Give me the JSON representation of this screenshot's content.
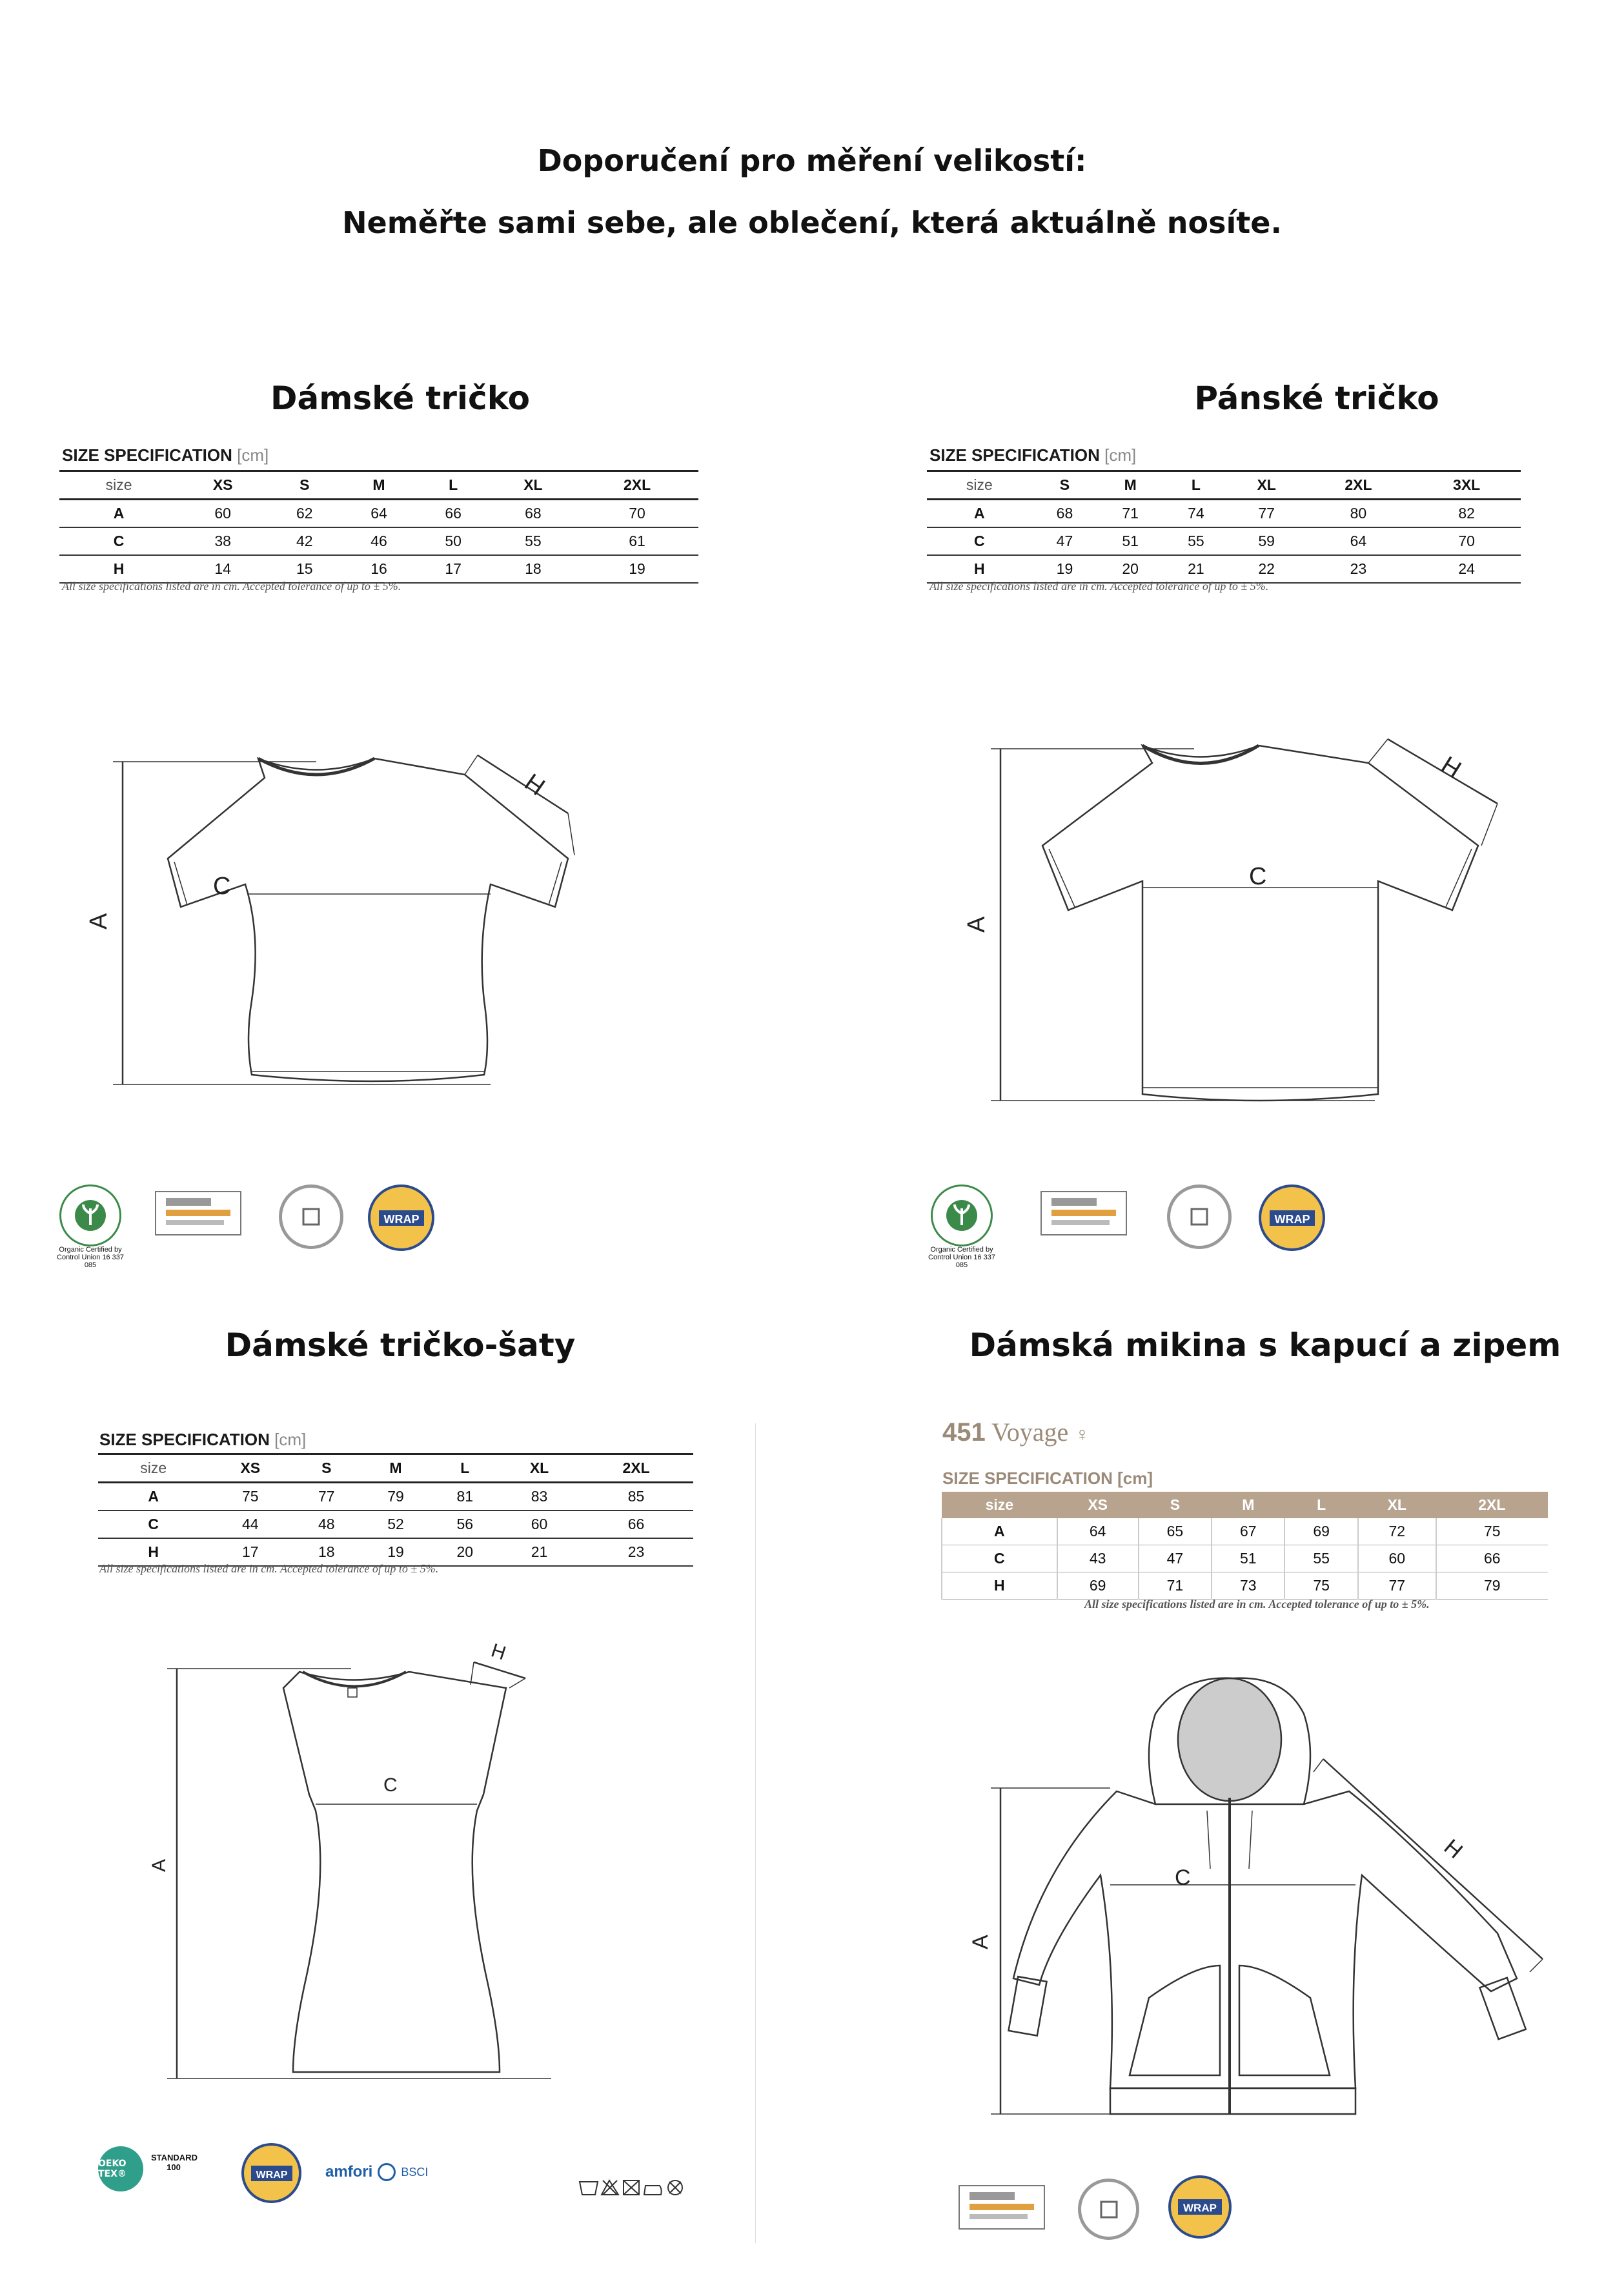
{
  "header": {
    "line1": "Doporučení pro měření velikostí:",
    "line2": "Neměřte sami sebe, ale oblečení, která aktuálně nosíte."
  },
  "common": {
    "spec_title": "SIZE SPECIFICATION",
    "spec_unit": "[cm]",
    "note": "All size specifications listed are in cm. Accepted tolerance of up to ± 5%.",
    "labels": {
      "a": "A",
      "c": "C",
      "h": "H"
    }
  },
  "panels": [
    {
      "title": "Dámské tričko",
      "headers": [
        "size",
        "XS",
        "S",
        "M",
        "L",
        "XL",
        "2XL"
      ],
      "rows": [
        [
          "A",
          "60",
          "62",
          "64",
          "66",
          "68",
          "70"
        ],
        [
          "C",
          "38",
          "42",
          "46",
          "50",
          "55",
          "61"
        ],
        [
          "H",
          "14",
          "15",
          "16",
          "17",
          "18",
          "19"
        ]
      ],
      "logos": [
        "gots-icon",
        "oeko-tex-icon",
        "bsci-icon",
        "wrap-icon"
      ],
      "logo_caption": "Organic Certified by Control Union 16 337 085"
    },
    {
      "title": "Pánské tričko",
      "headers": [
        "size",
        "S",
        "M",
        "L",
        "XL",
        "2XL",
        "3XL"
      ],
      "rows": [
        [
          "A",
          "68",
          "71",
          "74",
          "77",
          "80",
          "82"
        ],
        [
          "C",
          "47",
          "51",
          "55",
          "59",
          "64",
          "70"
        ],
        [
          "H",
          "19",
          "20",
          "21",
          "22",
          "23",
          "24"
        ]
      ],
      "logos": [
        "gots-icon",
        "oeko-tex-icon",
        "bsci-icon",
        "wrap-icon"
      ],
      "logo_caption": "Organic Certified by Control Union 16 337 085"
    },
    {
      "title": "Dámské tričko-šaty",
      "headers": [
        "size",
        "XS",
        "S",
        "M",
        "L",
        "XL",
        "2XL"
      ],
      "rows": [
        [
          "A",
          "75",
          "77",
          "79",
          "81",
          "83",
          "85"
        ],
        [
          "C",
          "44",
          "48",
          "52",
          "56",
          "60",
          "66"
        ],
        [
          "H",
          "17",
          "18",
          "19",
          "20",
          "21",
          "23"
        ]
      ],
      "logos": [
        "oeko-tex-icon",
        "wrap-icon",
        "amfori-bsci-icon",
        "care-symbols-icon"
      ],
      "oeko_label": "OEKO TEX®",
      "standard_label": "STANDARD 100",
      "amfori_label": "amfori",
      "bsci_label": "BSCI"
    },
    {
      "title": "Dámská mikina s kapucí a zipem",
      "brand_num": "451",
      "brand_name": "Voyage",
      "headers": [
        "size",
        "XS",
        "S",
        "M",
        "L",
        "XL",
        "2XL"
      ],
      "rows": [
        [
          "A",
          "64",
          "65",
          "67",
          "69",
          "72",
          "75"
        ],
        [
          "C",
          "43",
          "47",
          "51",
          "55",
          "60",
          "66"
        ],
        [
          "H",
          "69",
          "71",
          "73",
          "75",
          "77",
          "79"
        ]
      ],
      "logos": [
        "oeko-tex-icon",
        "bsci-icon",
        "wrap-icon"
      ],
      "accent": "#b8a48e"
    }
  ]
}
